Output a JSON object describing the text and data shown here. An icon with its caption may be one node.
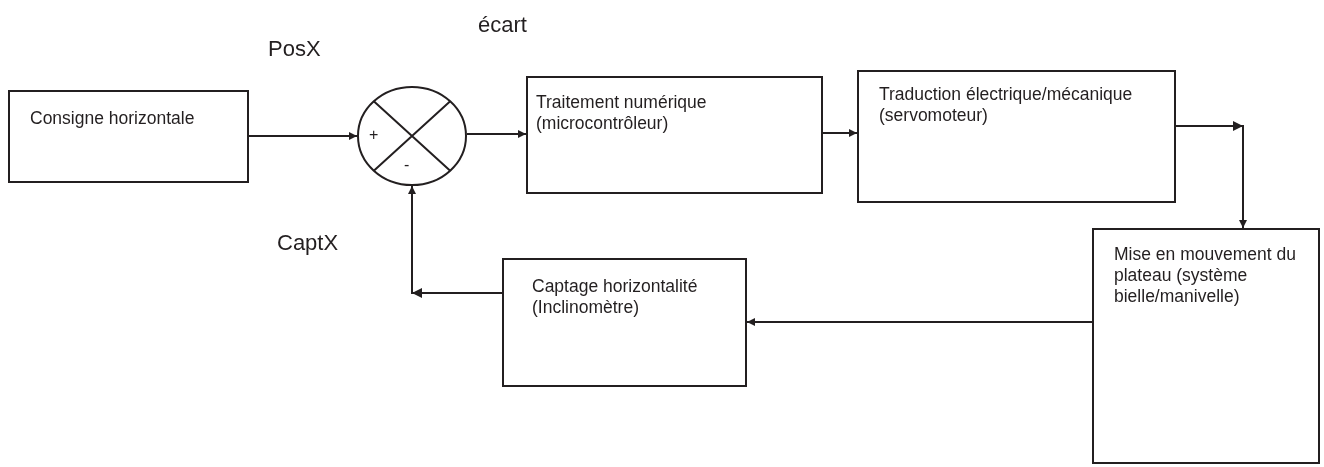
{
  "diagram": {
    "nodes": [
      {
        "text": [
          "Consigne horizontale"
        ]
      },
      {
        "text": [
          "+",
          "-"
        ]
      },
      {
        "text": [
          "Traitement numérique (microcontrôleur)"
        ]
      },
      {
        "text": [
          "Traduction électrique/mécanique (servomoteur)"
        ]
      },
      {
        "text": [
          "Mise en mouvement du plateau (système bielle/manivelle)"
        ]
      },
      {
        "text": [
          "Captage horizontalité (Inclinomètre)"
        ]
      }
    ],
    "edges": [
      {
        "from": 0,
        "to": 1,
        "arrow": "to"
      },
      {
        "from": 1,
        "to": 2,
        "arrow": "to"
      },
      {
        "from": 2,
        "to": 3,
        "arrow": "to"
      },
      {
        "from": 3,
        "to": 4,
        "arrow": "to"
      },
      {
        "from": 4,
        "to": 5,
        "arrow": "to"
      },
      {
        "from": 5,
        "to": 1,
        "arrow": "to"
      }
    ],
    "labels": [
      "écart",
      "PosX",
      "CaptX"
    ]
  }
}
